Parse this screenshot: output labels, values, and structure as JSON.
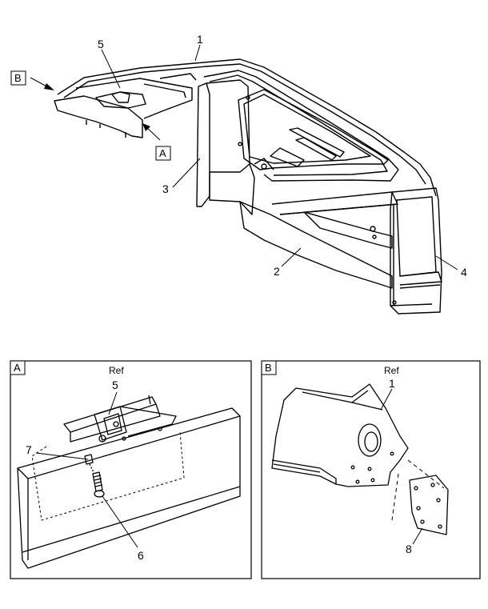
{
  "main_callouts": {
    "c1": "1",
    "c2": "2",
    "c3": "3",
    "c4": "4",
    "c5": "5",
    "view_a": "A",
    "view_b": "B"
  },
  "detail_a": {
    "label": "A",
    "ref_text": "Ref",
    "ref_num": "5",
    "c6": "6",
    "c7": "7"
  },
  "detail_b": {
    "label": "B",
    "ref_text": "Ref",
    "ref_num": "1",
    "c8": "8"
  }
}
